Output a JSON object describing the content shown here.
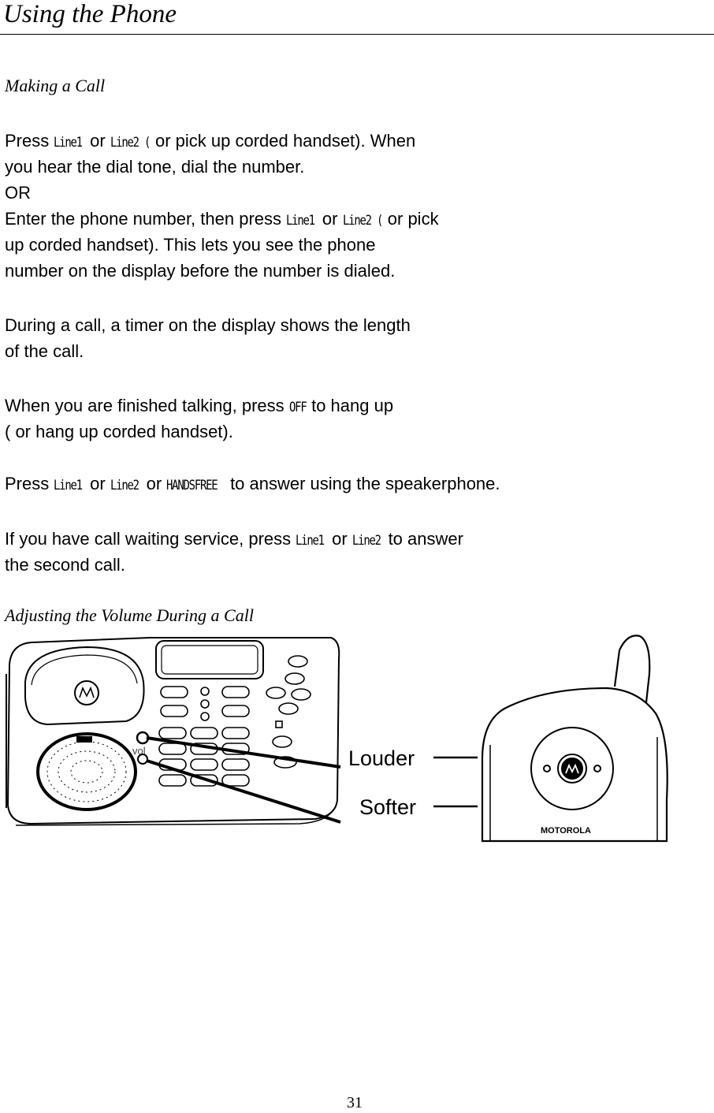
{
  "title": "Using the Phone",
  "section_making_call": "Making a Call",
  "p1": {
    "l1_a": "Press ",
    "l1_k1": "Line1",
    "l1_b": " or ",
    "l1_k2": "Line2 (",
    "l1_c": "or pick up corded handset). When",
    "l2": "you hear the dial tone, dial the number.",
    "l3": "OR",
    "l4_a": "Enter the phone number, then press ",
    "l4_k1": "Line1",
    "l4_b": " or ",
    "l4_k2": "Line2 (",
    "l4_c": "or pick",
    "l5": "up corded handset). This lets you see the phone",
    "l6": "number on the display before the number is dialed."
  },
  "p2": {
    "l1": "During a call, a timer on the display shows the length",
    "l2": "of the call."
  },
  "p3": {
    "l1_a": "When you are finished talking, press ",
    "l1_k": "OFF",
    "l1_b": " to hang up",
    "l2": "( or hang up corded handset)."
  },
  "p4": {
    "a": "Press ",
    "k1": "Line1",
    "b": " or ",
    "k2": "Line2",
    "c": " or ",
    "k3": "HANDSFREE",
    "d": " to answer using the speakerphone."
  },
  "p5": {
    "l1_a": "If you have call waiting service, press ",
    "l1_k1": "Line1",
    "l1_b": " or ",
    "l1_k2": "Line2",
    "l1_c": " to answer",
    "l2": "the second call."
  },
  "section_adjust_volume": "Adjusting the Volume During a Call",
  "figure": {
    "vol_label": "vol",
    "louder_label": "Louder",
    "softer_label": "Softer",
    "brand_label": "MOTOROLA"
  },
  "page_number": "31"
}
